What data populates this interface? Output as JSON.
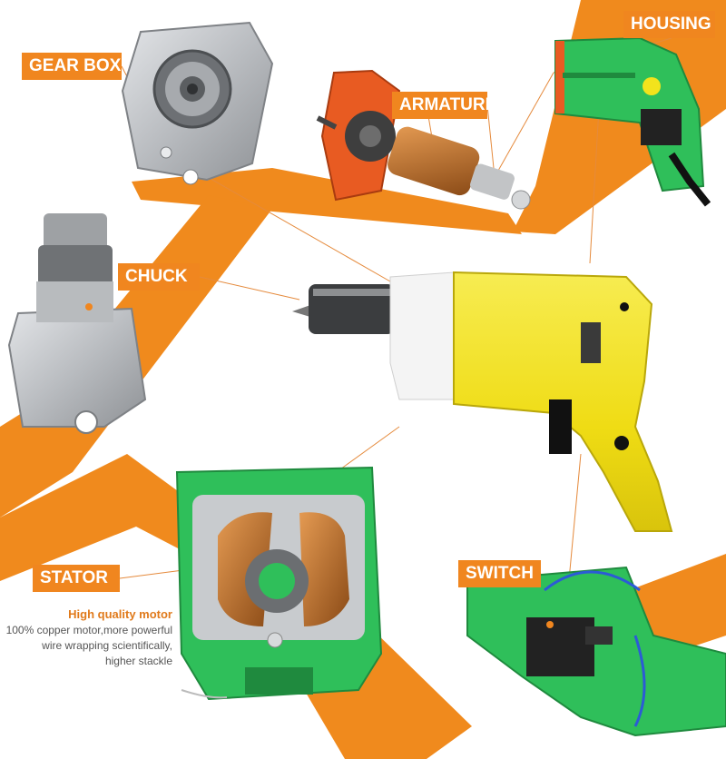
{
  "labels": {
    "gear_box": "GEAR BOX",
    "armature": "ARMATURE",
    "housing": "HOUSING",
    "chuck": "CHUCK",
    "stator": "STATOR",
    "switch": "SWITCH"
  },
  "motor_info": {
    "title": "High quality motor",
    "lines": [
      "100% copper motor,more powerful",
      "wire wrapping scientifically,",
      "higher stackle"
    ]
  },
  "colors": {
    "band_orange": "#f08a1d",
    "label_orange": "#f0861f",
    "drill_yellow": "#f2e31c",
    "housing_green": "#2fbf5a",
    "metal_grey": "#c9ccd0"
  }
}
